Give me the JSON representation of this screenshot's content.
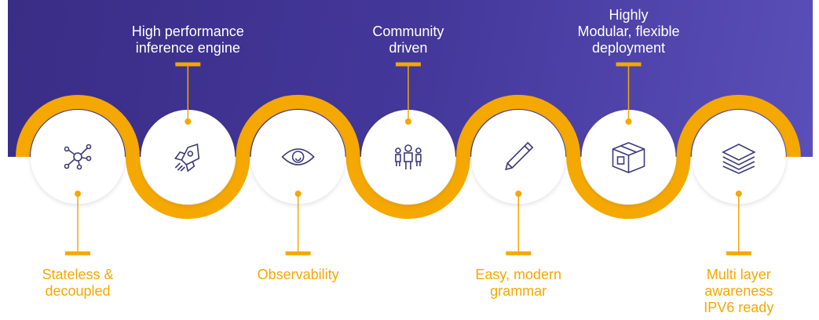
{
  "colors": {
    "accent": "#f5a800",
    "band": "#3f3393",
    "icon": "#3d3a7a"
  },
  "items": [
    {
      "icon": "network-hub-icon",
      "label": "Stateless &\ndecoupled",
      "position": "bottom"
    },
    {
      "icon": "rocket-icon",
      "label": "High performance\ninference engine",
      "position": "top"
    },
    {
      "icon": "eye-icon",
      "label": "Observability",
      "position": "bottom"
    },
    {
      "icon": "people-icon",
      "label": "Community\ndriven",
      "position": "top"
    },
    {
      "icon": "pencil-icon",
      "label": "Easy, modern\ngrammar",
      "position": "bottom"
    },
    {
      "icon": "box-icon",
      "label": "Highly\nModular, flexible\ndeployment",
      "position": "top"
    },
    {
      "icon": "layers-icon",
      "label": "Multi layer\nawareness\nIPV6 ready",
      "position": "bottom"
    }
  ]
}
